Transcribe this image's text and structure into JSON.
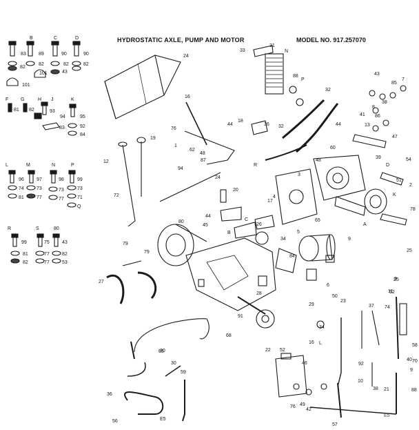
{
  "title": "HYDROSTATIC AXLE, PUMP AND MOTOR",
  "model": "MODEL NO. 917.257070",
  "page_code": "E5",
  "callouts": [
    "B",
    "C",
    "D",
    "83",
    "89",
    "90",
    "90",
    "82",
    "82",
    "82",
    "82",
    "101",
    "43",
    "101",
    "F",
    "G",
    "H",
    "J",
    "K",
    "81",
    "82",
    "93",
    "94",
    "95",
    "92",
    "83",
    "84",
    "L",
    "M",
    "N",
    "P",
    "96",
    "97",
    "98",
    "99",
    "74",
    "73",
    "73",
    "73",
    "81",
    "77",
    "77",
    "71",
    "Q",
    "R",
    "S",
    "80",
    "99",
    "75",
    "43",
    "81",
    "77",
    "82",
    "82",
    "77",
    "53",
    "24",
    "16",
    "76",
    "1",
    "62",
    "48",
    "44",
    "18",
    "19",
    "12",
    "94",
    "72",
    "87",
    "31",
    "N",
    "33",
    "P",
    "88",
    "32",
    "32",
    "R",
    "36",
    "43",
    "85",
    "7",
    "8",
    "38",
    "41",
    "86",
    "44",
    "13",
    "60",
    "48",
    "47",
    "39",
    "D",
    "54",
    "2",
    "K",
    "51",
    "A",
    "4",
    "3",
    "65",
    "17",
    "24",
    "20",
    "44",
    "45",
    "B",
    "C",
    "26",
    "5",
    "34",
    "84",
    "9",
    "25",
    "9",
    "52",
    "L",
    "78",
    "80",
    "79",
    "79",
    "27",
    "28",
    "29",
    "6",
    "91",
    "50",
    "34",
    "68",
    "85",
    "22",
    "52",
    "16",
    "46",
    "23",
    "37",
    "74",
    "25",
    "11",
    "58",
    "30",
    "59",
    "30",
    "36",
    "92",
    "70",
    "10",
    "38",
    "21",
    "40",
    "9",
    "88",
    "42",
    "76",
    "49",
    "57",
    "56",
    "E5"
  ]
}
